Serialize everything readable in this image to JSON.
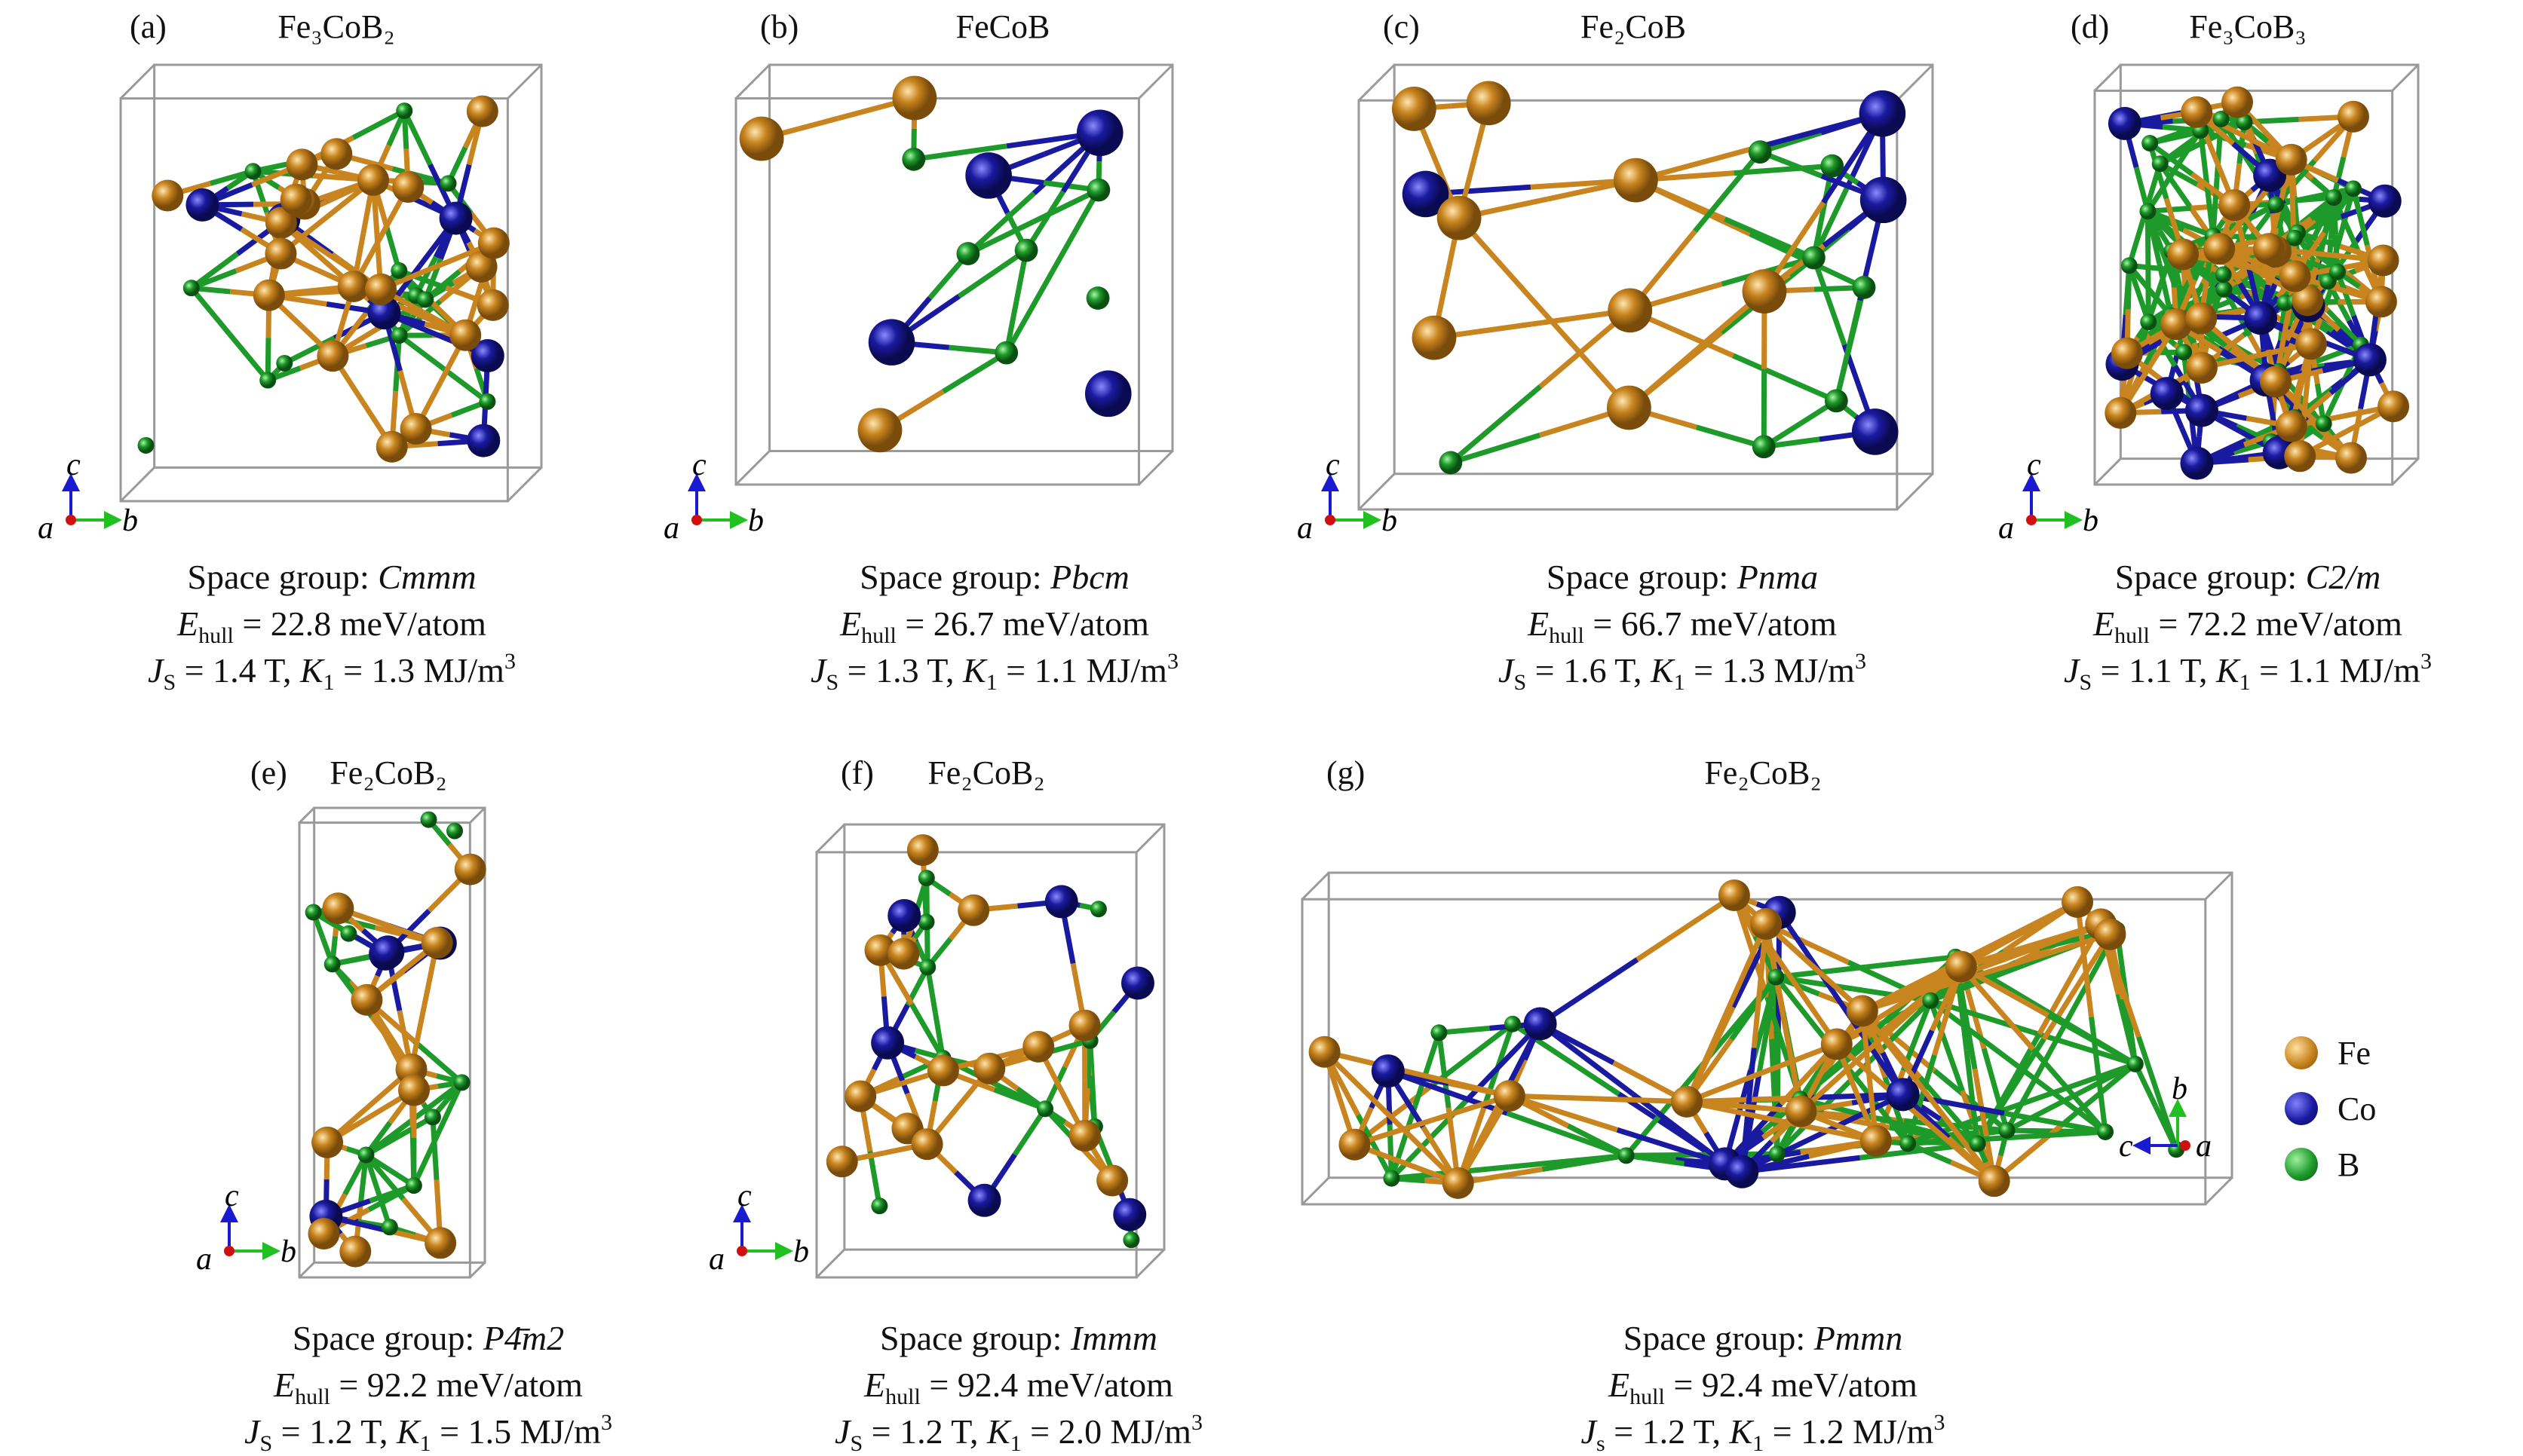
{
  "panels": [
    {
      "label": "(a)",
      "formula": "Fe₃CoB₂",
      "space_group": "Cmmm",
      "ehull": "22.8",
      "js_sym": "S",
      "js": "1.4",
      "k1": "1.3"
    },
    {
      "label": "(b)",
      "formula": "FeCoB",
      "space_group": "Pbcm",
      "ehull": "26.7",
      "js_sym": "S",
      "js": "1.3",
      "k1": "1.1"
    },
    {
      "label": "(c)",
      "formula": "Fe₂CoB",
      "space_group": "Pnma",
      "ehull": "66.7",
      "js_sym": "S",
      "js": "1.6",
      "k1": "1.3"
    },
    {
      "label": "(d)",
      "formula": "Fe₃CoB₃",
      "space_group": "C2/m",
      "ehull": "72.2",
      "js_sym": "S",
      "js": "1.1",
      "k1": "1.1"
    },
    {
      "label": "(e)",
      "formula": "Fe₂CoB₂",
      "space_group": "P4̄m2",
      "ehull": "92.2",
      "js_sym": "S",
      "js": "1.2",
      "k1": "1.5"
    },
    {
      "label": "(f)",
      "formula": "Fe₂CoB₂",
      "space_group": "Immm",
      "ehull": "92.4",
      "js_sym": "S",
      "js": "1.2",
      "k1": "2.0"
    },
    {
      "label": "(g)",
      "formula": "Fe₂CoB₂",
      "space_group": "Pmmn",
      "ehull": "92.4",
      "js_sym": "s",
      "js": "1.2",
      "k1": "1.2"
    }
  ],
  "text": {
    "space_group_prefix": "Space group: ",
    "ehull_sym": "E",
    "ehull_sub": "hull",
    "ehull_unit": " meV/atom",
    "js_letter": "J",
    "tesla": " T, ",
    "k_letter": "K",
    "k_sub": "1",
    "k_unit": " MJ/m",
    "k_exp": "3",
    "eq": " = "
  },
  "axes": {
    "a": "a",
    "b": "b",
    "c": "c"
  },
  "legend": [
    {
      "element": "Fe",
      "color": "#c8841e"
    },
    {
      "element": "Co",
      "color": "#1a1aa0"
    },
    {
      "element": "B",
      "color": "#1e9a2a"
    }
  ],
  "colors": {
    "Fe": "#c8841e",
    "Co": "#1a1aa0",
    "B": "#1e9a2a",
    "box": "#9a9a9a"
  }
}
